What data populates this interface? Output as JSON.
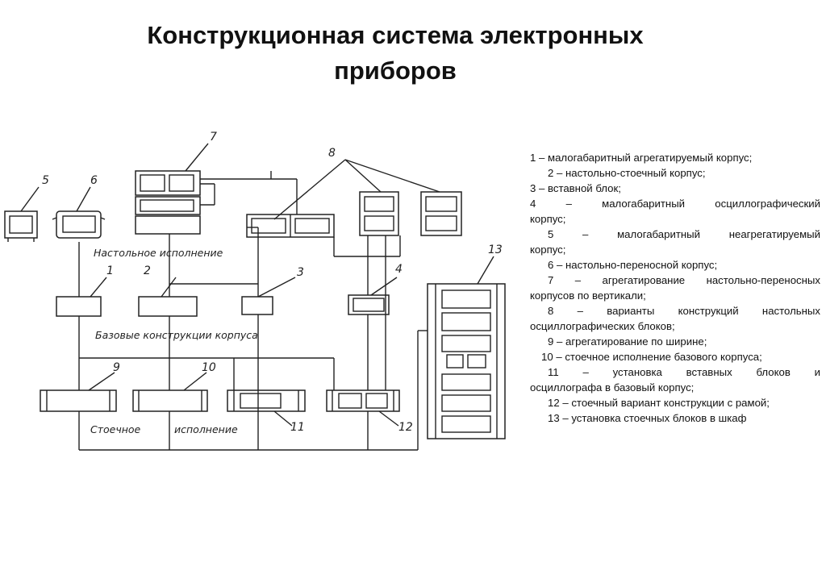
{
  "title_line1": "Конструкционная система электронных",
  "title_line2": "приборов",
  "diagram": {
    "label_desktop": "Настольное исполнение",
    "label_base": "Базовые конструкции корпуса",
    "label_rack_1": "Стоечное",
    "label_rack_2": "исполнение",
    "callouts": [
      "1",
      "2",
      "3",
      "4",
      "5",
      "6",
      "7",
      "8",
      "9",
      "10",
      "11",
      "12",
      "13"
    ]
  },
  "legend": [
    "1 – малогабаритный агрегатируемый корпус;",
    "2 – настольно-стоечный корпус;",
    "3 – вставной блок;",
    "4 – малогабаритный осциллографический",
    "корпус;",
    "5 – малогабаритный неагрегатируемый",
    "корпус;",
    "6 – настольно-переносной корпус;",
    "7 – агрегатирование настольно-переносных",
    "корпусов по вертикали;",
    "8 – варианты конструкций настольных",
    "осциллографических блоков;",
    "9 – агрегатирование по ширине;",
    "10 – стоечное исполнение базового корпуса;",
    "11 – установка вставных блоков и",
    "осциллографа в базовый корпус;",
    "12 – стоечный вариант конструкции с рамой;",
    "13 – установка стоечных блоков в шкаф"
  ]
}
